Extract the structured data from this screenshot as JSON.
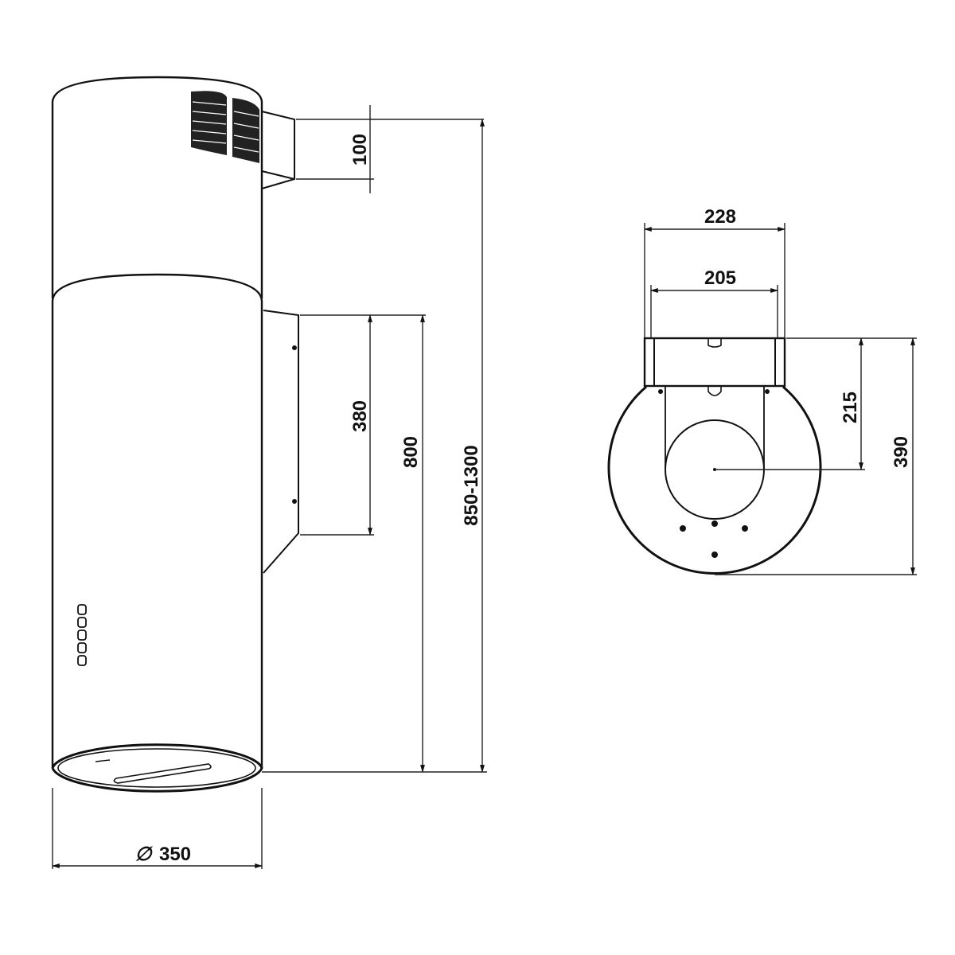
{
  "side_view": {
    "dimensions": {
      "outlet_height": "100",
      "bracket_height": "380",
      "lower_chimney": "800",
      "total_height": "850-1300",
      "diameter": "350"
    },
    "diameter_symbol": "∅"
  },
  "top_view": {
    "dimensions": {
      "outer_width": "228",
      "inner_width": "205",
      "center_offset": "215",
      "depth": "390"
    }
  },
  "colors": {
    "line": "#111111",
    "background": "#ffffff"
  }
}
